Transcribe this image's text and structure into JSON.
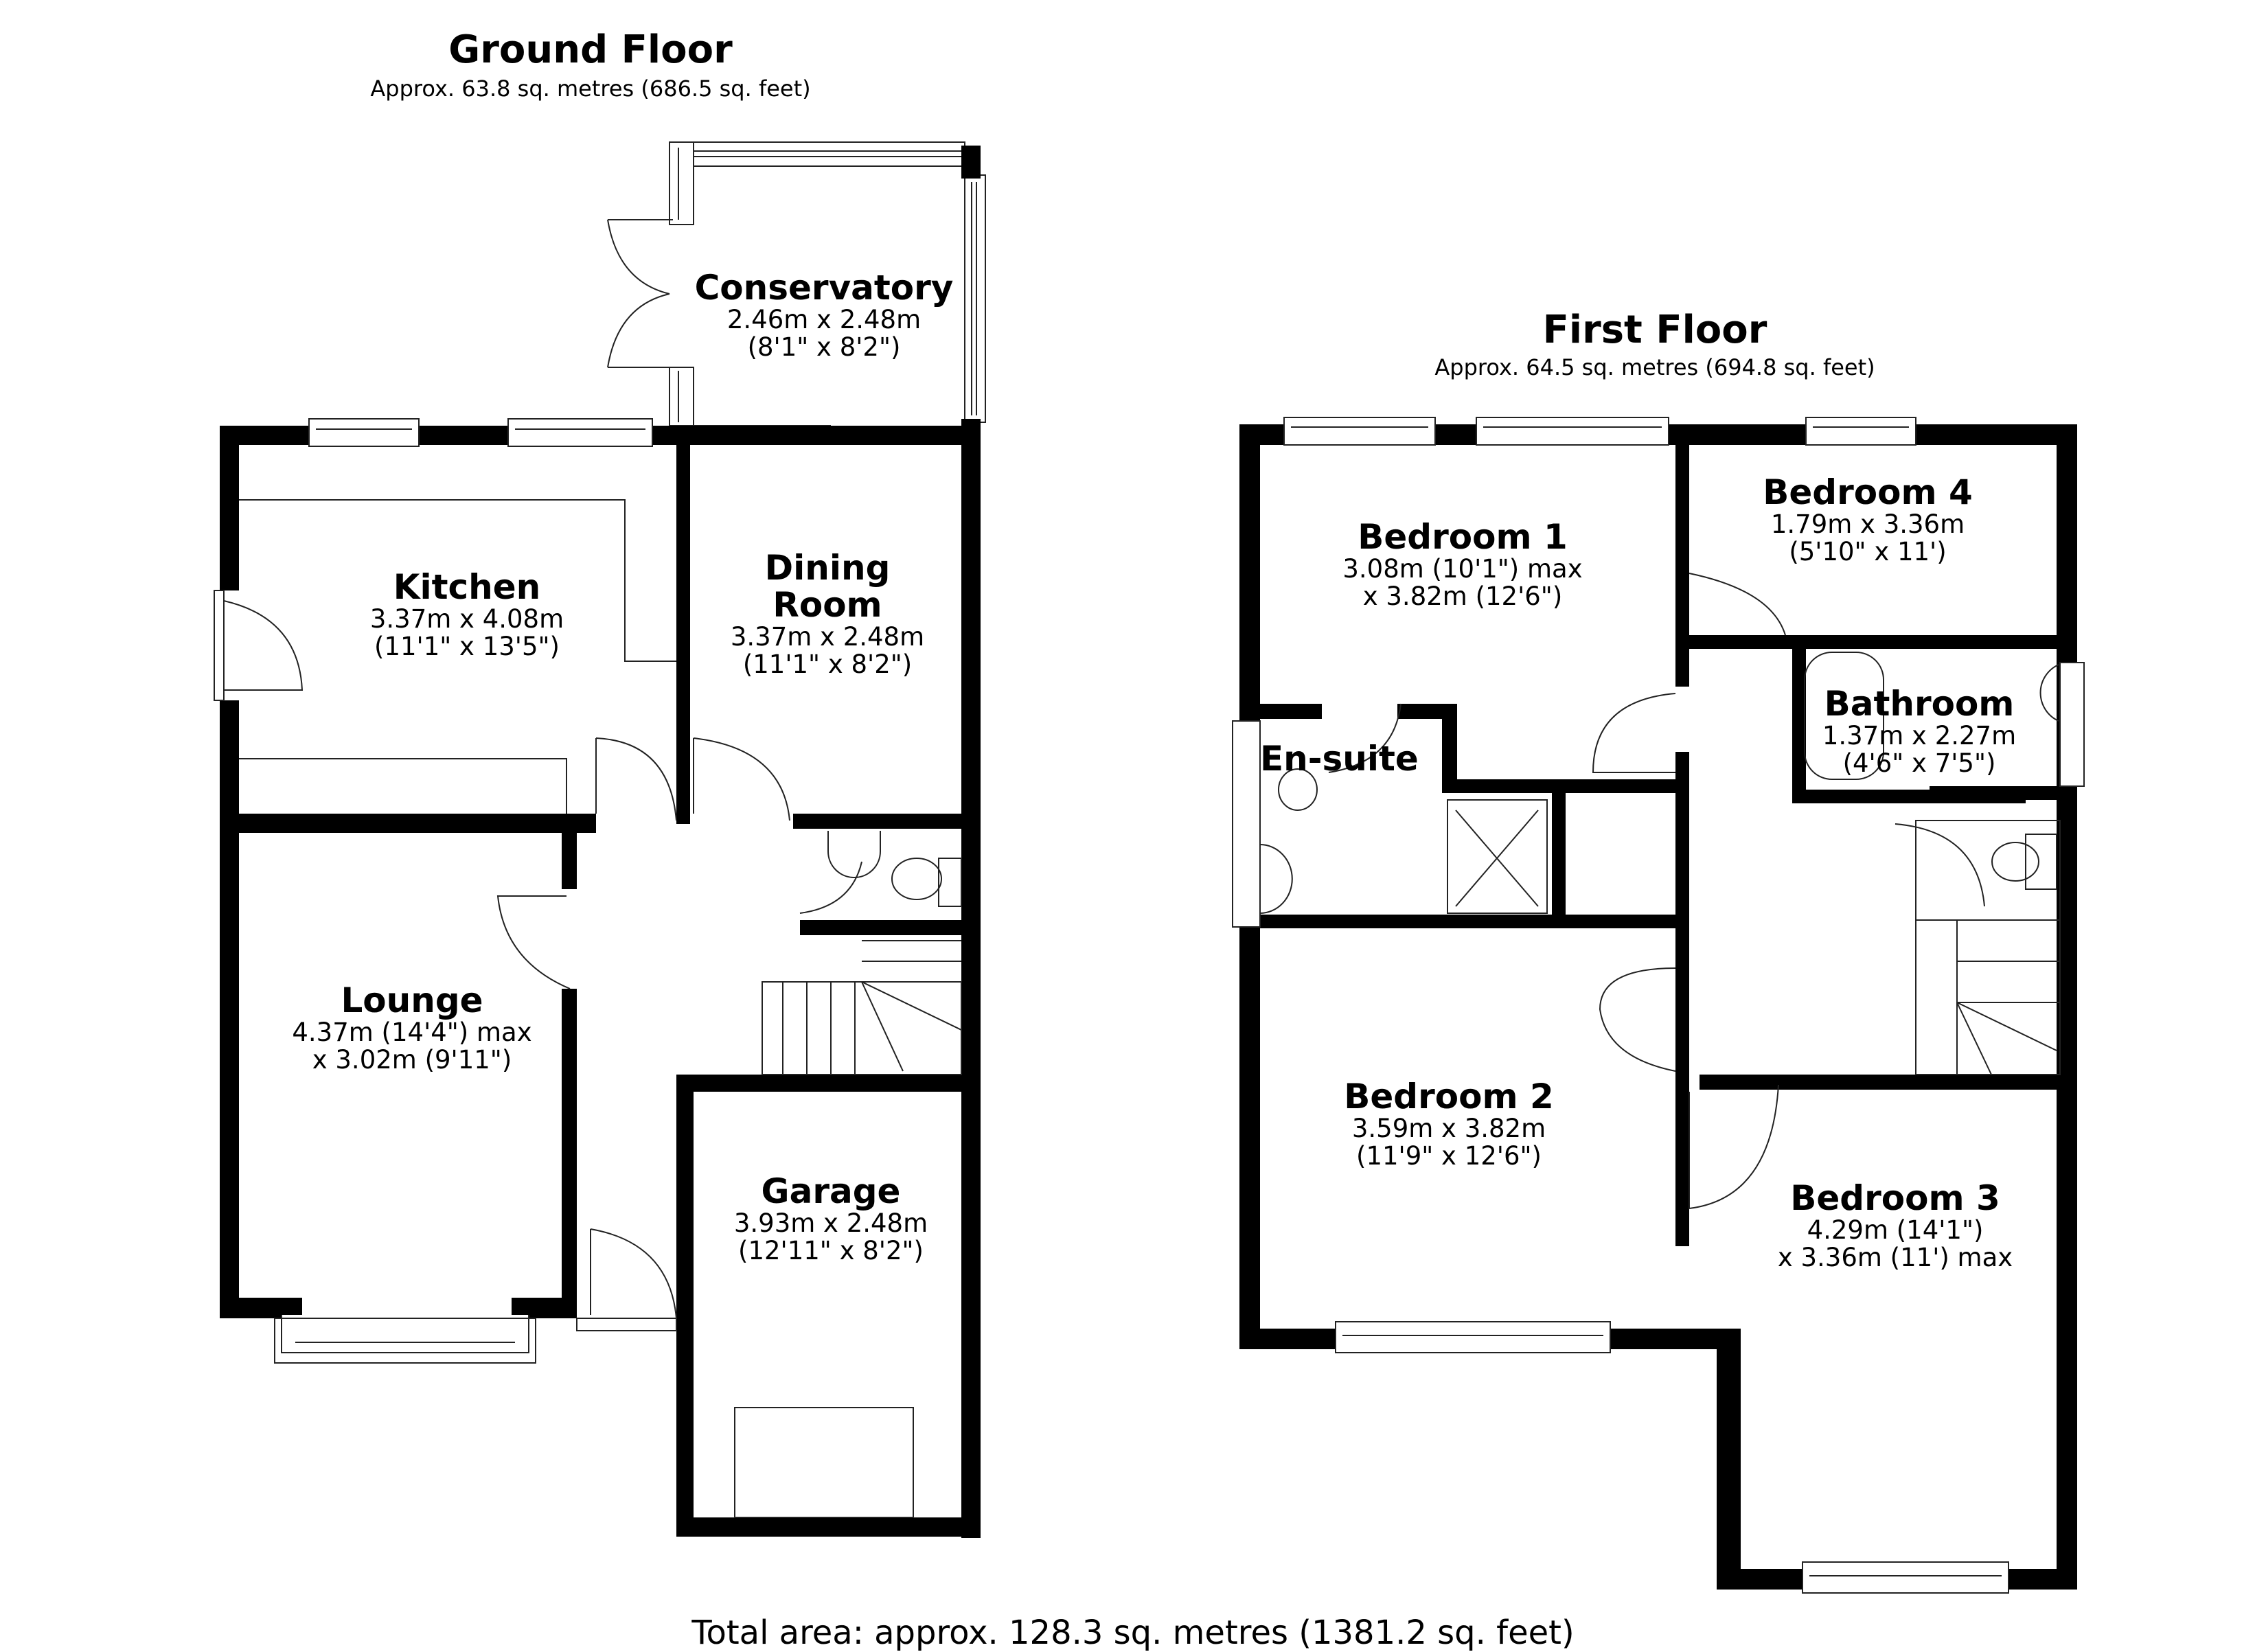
{
  "ground_floor": {
    "title": "Ground Floor",
    "area": "Approx. 63.8 sq. metres (686.5 sq. feet)",
    "rooms": {
      "conservatory": {
        "name": "Conservatory",
        "dim1": "2.46m x 2.48m",
        "dim2": "(8'1\" x 8'2\")"
      },
      "kitchen": {
        "name": "Kitchen",
        "dim1": "3.37m x 4.08m",
        "dim2": "(11'1\" x 13'5\")"
      },
      "dining": {
        "name": "Dining",
        "name2": "Room",
        "dim1": "3.37m x 2.48m",
        "dim2": "(11'1\" x 8'2\")"
      },
      "lounge": {
        "name": "Lounge",
        "dim1": "4.37m (14'4\") max",
        "dim2": "x 3.02m (9'11\")"
      },
      "garage": {
        "name": "Garage",
        "dim1": "3.93m x 2.48m",
        "dim2": "(12'11\" x 8'2\")"
      }
    }
  },
  "first_floor": {
    "title": "First Floor",
    "area": "Approx. 64.5 sq. metres (694.8 sq. feet)",
    "rooms": {
      "bedroom1": {
        "name": "Bedroom 1",
        "dim1": "3.08m (10'1\") max",
        "dim2": "x 3.82m (12'6\")"
      },
      "bedroom4": {
        "name": "Bedroom 4",
        "dim1": "1.79m x 3.36m",
        "dim2": "(5'10\" x 11')"
      },
      "ensuite": {
        "name": "En-suite"
      },
      "bathroom": {
        "name": "Bathroom",
        "dim1": "1.37m x 2.27m",
        "dim2": "(4'6\" x 7'5\")"
      },
      "bedroom2": {
        "name": "Bedroom 2",
        "dim1": "3.59m x 3.82m",
        "dim2": "(11'9\" x 12'6\")"
      },
      "bedroom3": {
        "name": "Bedroom 3",
        "dim1": "4.29m (14'1\")",
        "dim2": "x 3.36m (11') max"
      }
    }
  },
  "total_area": "Total area: approx. 128.3 sq. metres (1381.2 sq. feet)",
  "colors": {
    "wall": "#000000",
    "background": "#ffffff",
    "line": "#333333"
  }
}
